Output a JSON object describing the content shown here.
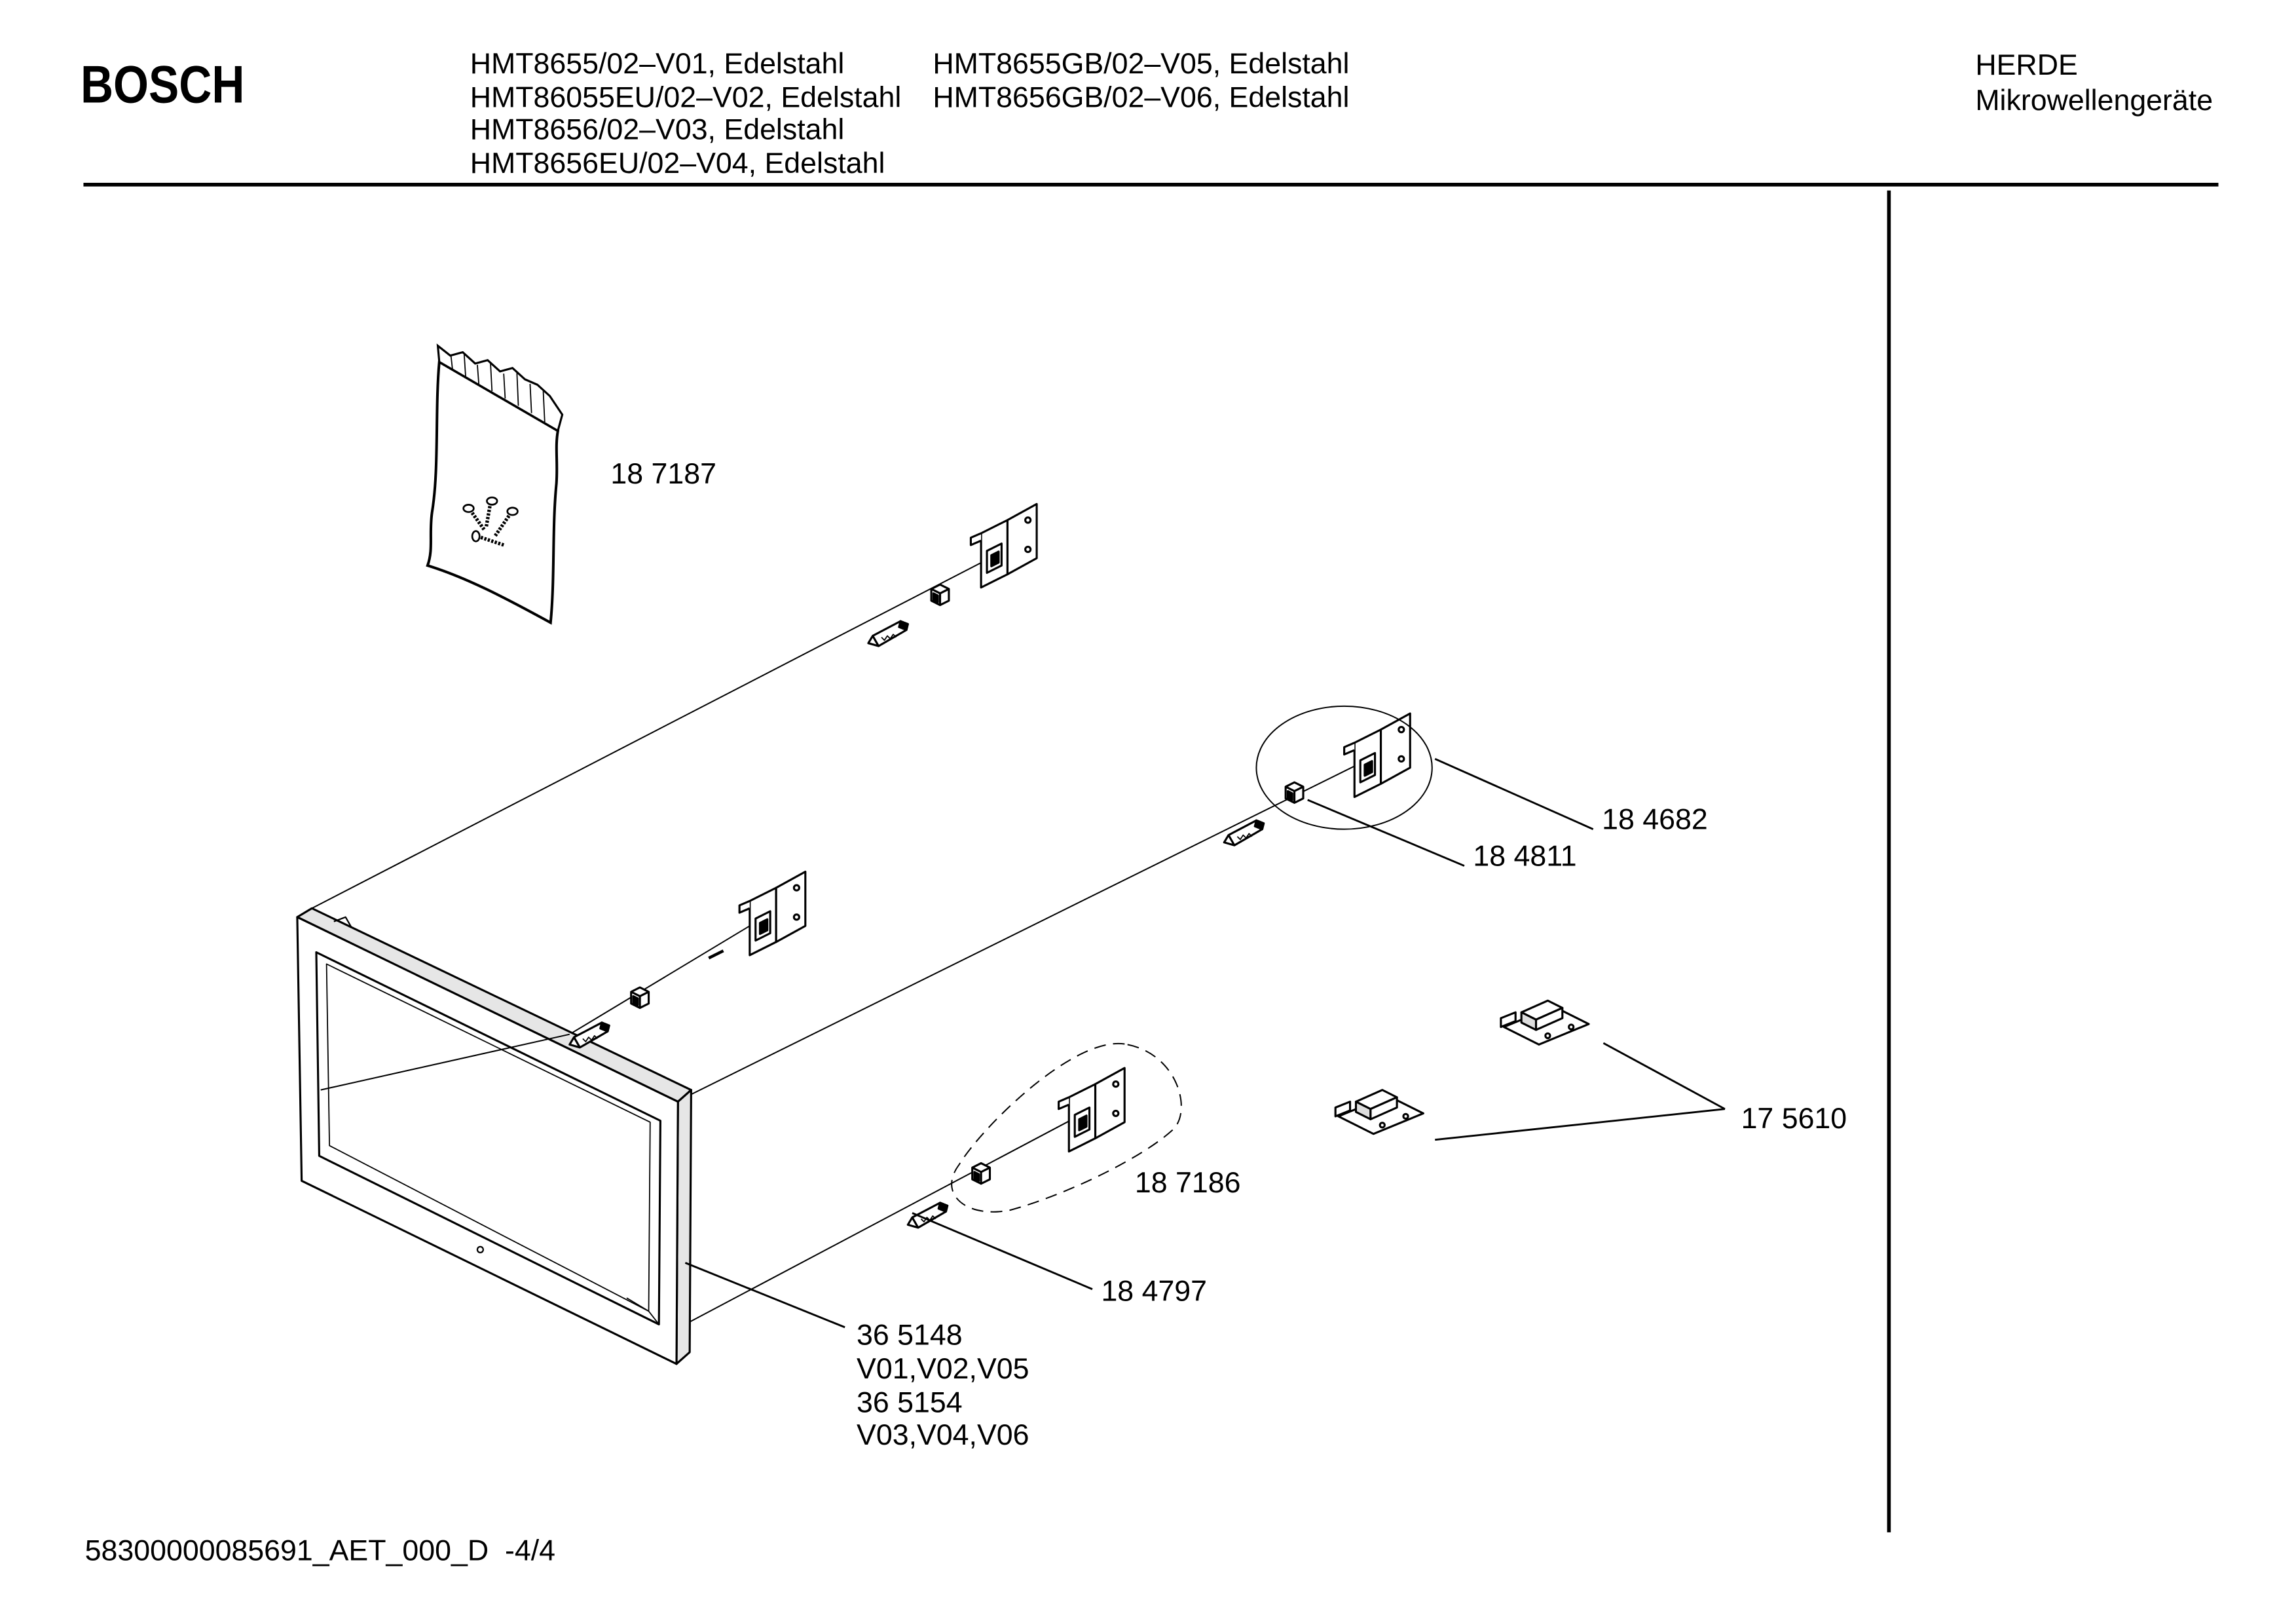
{
  "colors": {
    "ink": "#000000",
    "paper": "#ffffff"
  },
  "header": {
    "brand": "BOSCH",
    "models_col1": [
      "HMT8655/02–V01, Edelstahl",
      "HMT86055EU/02–V02, Edelstahl",
      "HMT8656/02–V03, Edelstahl",
      "HMT8656EU/02–V04, Edelstahl"
    ],
    "models_col2": [
      "HMT8655GB/02–V05, Edelstahl",
      "HMT8656GB/02–V06, Edelstahl"
    ],
    "category": "HERDE",
    "subcategory": "Mikrowellengeräte"
  },
  "part_labels": {
    "p187187": "18 7187",
    "p184682": "18 4682",
    "p184811": "18 4811",
    "p175610": "17 5610",
    "p187186": "18 7186",
    "p184797": "18 4797",
    "frame_lines": [
      "36 5148",
      "V01,V02,V05",
      "36 5154",
      "V03,V04,V06"
    ]
  },
  "footer": {
    "document_id": "58300000085691_AET_000_D  -4/4"
  }
}
